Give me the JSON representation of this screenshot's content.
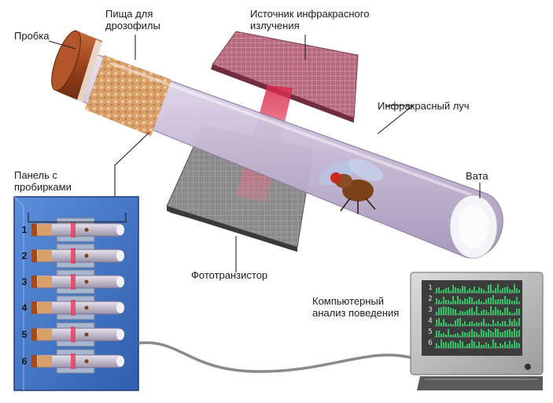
{
  "labels": {
    "cork": "Пробка",
    "food": "Пища для\nдрозофилы",
    "ir_source": "Источник инфракрасного\nизлучения",
    "ir_beam": "Инфракрасный луч",
    "cotton": "Вата",
    "panel": "Панель с\nпробирками",
    "phototransistor": "Фототранзистор",
    "analysis": "Компьютерный\nанализ поведения"
  },
  "panel_numbers": [
    "1",
    "2",
    "3",
    "4",
    "5",
    "6"
  ],
  "screen_numbers": [
    "1",
    "2",
    "3",
    "4",
    "5",
    "6"
  ],
  "colors": {
    "panel_blue": "#3f74c4",
    "beam_red": "#e83a5a",
    "signal_green": "#2ec466",
    "cork": "#a04a22",
    "food": "#d9a06a"
  }
}
